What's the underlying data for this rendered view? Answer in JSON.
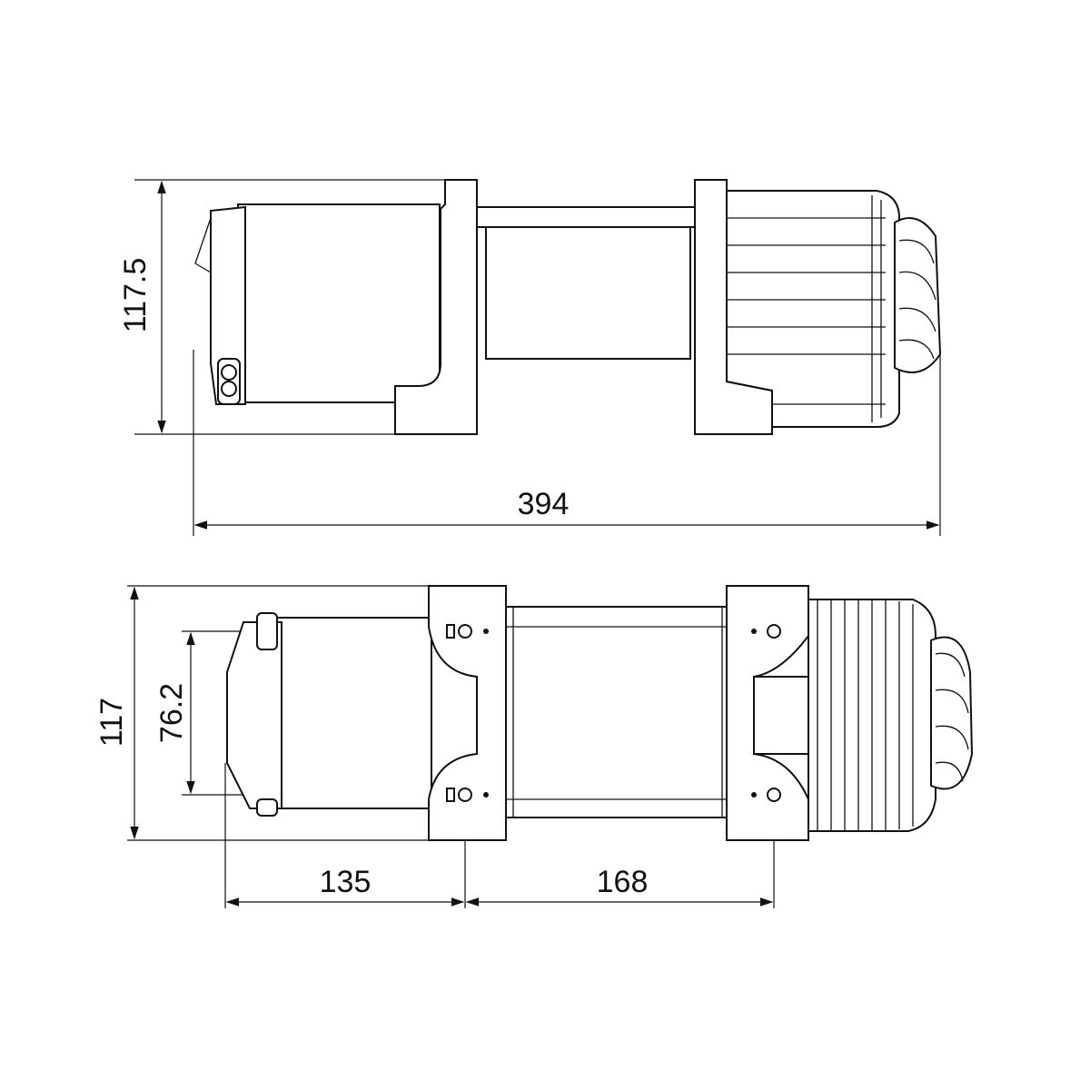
{
  "title": "Winch dimension drawing",
  "side_view": {
    "height_label": "117.5",
    "length_label": "394"
  },
  "top_view": {
    "width_label": "117",
    "bolt_spacing_width_label": "76.2",
    "left_offset_label": "135",
    "bolt_spacing_length_label": "168"
  }
}
